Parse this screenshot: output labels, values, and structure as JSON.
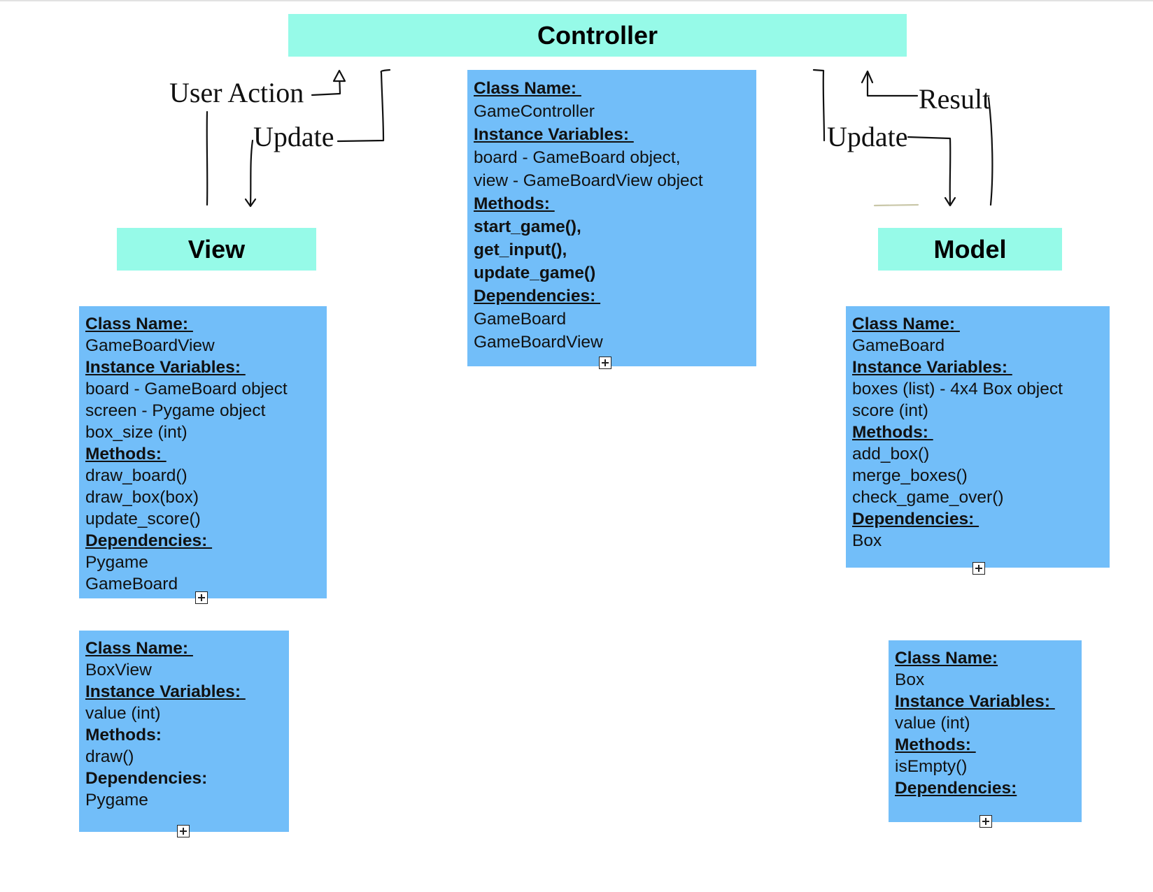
{
  "headers": {
    "controller": "Controller",
    "view": "View",
    "model": "Model"
  },
  "labels": {
    "class_name": "Class Name: ",
    "instance_variables": "Instance Variables: ",
    "methods": "Methods: ",
    "methods_plain": "Methods:",
    "dependencies": "Dependencies: ",
    "dependencies_plain": "Dependencies:",
    "class_name_plain": "Class Name:"
  },
  "arrows": {
    "user_action": "User Action",
    "update_left": "Update",
    "update_right": "Update",
    "result": "Result"
  },
  "classes": {
    "controller": {
      "name": "GameController",
      "instance_variables": [
        "board - GameBoard object,",
        "view - GameBoardView object"
      ],
      "methods": [
        "start_game(),",
        "get_input(),",
        "update_game()"
      ],
      "dependencies": [
        "GameBoard",
        "GameBoardView"
      ]
    },
    "gameboardview": {
      "name": "GameBoardView",
      "instance_variables": [
        "board - GameBoard object",
        "screen - Pygame object",
        "box_size (int)"
      ],
      "methods": [
        "draw_board()",
        "draw_box(box)",
        "update_score()"
      ],
      "dependencies": [
        "Pygame",
        "GameBoard"
      ]
    },
    "boxview": {
      "name": "BoxView",
      "instance_variables": [
        "value (int)"
      ],
      "methods": [
        "draw()"
      ],
      "dependencies": [
        "Pygame"
      ]
    },
    "gameboard": {
      "name": "GameBoard",
      "instance_variables": [
        "boxes (list) - 4x4 Box object",
        "score (int)"
      ],
      "methods": [
        "add_box()",
        "merge_boxes()",
        "check_game_over()"
      ],
      "dependencies": [
        "Box"
      ]
    },
    "box": {
      "name": "Box",
      "instance_variables": [
        "value (int)"
      ],
      "methods": [
        "isEmpty()"
      ],
      "dependencies": []
    }
  }
}
